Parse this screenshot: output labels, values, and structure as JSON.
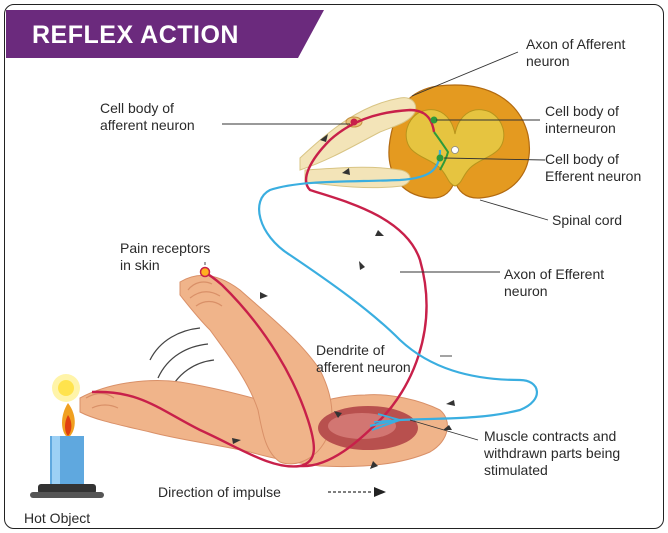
{
  "title": "REFLEX ACTION",
  "colors": {
    "banner": "#6b2a7d",
    "afferent_nerve": "#c8204a",
    "efferent_nerve": "#3aaee0",
    "skin": "#f0b48a",
    "grey_matter": "#e6c440",
    "white_matter": "#e49a20",
    "muscle": "#b8504e"
  },
  "labels": {
    "axon_afferent": "Axon of Afferent\nneuron",
    "cell_body_afferent": "Cell body of\nafferent neuron",
    "cell_body_interneuron": "Cell body of\ninterneuron",
    "cell_body_efferent": "Cell body of\nEfferent neuron",
    "spinal_cord": "Spinal cord",
    "pain_receptors": "Pain receptors\nin skin",
    "axon_efferent": "Axon of Efferent\nneuron",
    "dendrite_afferent": "Dendrite of\nafferent neuron",
    "muscle_contracts": "Muscle contracts and\nwithdrawn parts being\nstimulated",
    "direction_impulse": "Direction of impulse",
    "hot_object": "Hot Object"
  }
}
